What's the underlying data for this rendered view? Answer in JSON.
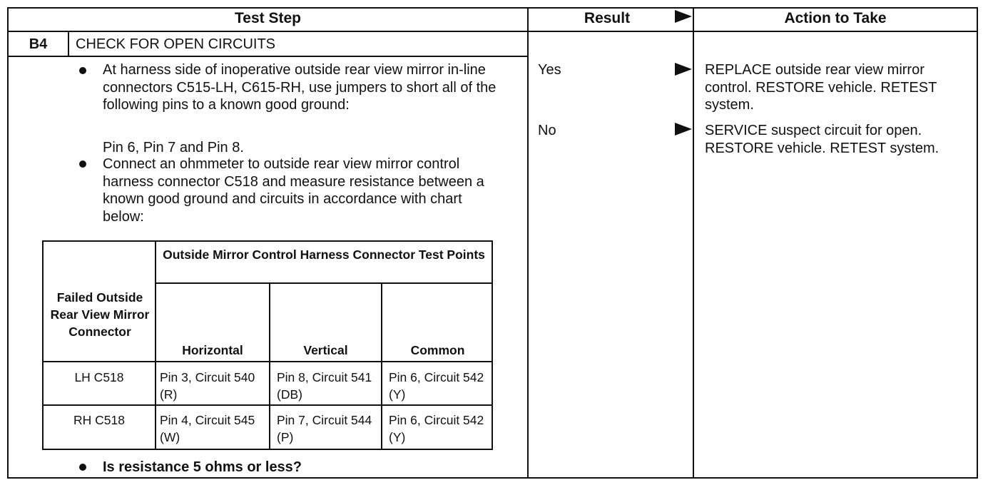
{
  "header": {
    "test_step": "Test Step",
    "result": "Result",
    "action": "Action to Take"
  },
  "step": {
    "id": "B4",
    "title": "CHECK FOR OPEN CIRCUITS",
    "bullet1": "At harness side of inoperative outside rear view mirror in-line connectors C515-LH, C615-RH, use jumpers to short all of the following pins to a known good ground:",
    "pins": "Pin 6, Pin 7 and Pin 8.",
    "bullet2": "Connect an ohmmeter to outside rear view mirror control harness connector C518 and measure resistance between a known good ground and circuits in accordance with chart below:",
    "question": "Is resistance 5 ohms or less?"
  },
  "chart": {
    "failed_header": "Failed Outside Rear View Mirror Connector",
    "group_header": "Outside Mirror Control Harness Connector Test Points",
    "columns": [
      "Horizontal",
      "Vertical",
      "Common"
    ],
    "rows": [
      {
        "connector": "LH C518",
        "horizontal": "Pin 3, Circuit 540 (R)",
        "vertical": "Pin 8, Circuit 541 (DB)",
        "common": "Pin 6, Circuit 542 (Y)"
      },
      {
        "connector": "RH C518",
        "horizontal": "Pin 4, Circuit 545 (W)",
        "vertical": "Pin 7, Circuit 544 (P)",
        "common": "Pin 6, Circuit 542 (Y)"
      }
    ]
  },
  "results": [
    {
      "label": "Yes",
      "action": "REPLACE outside rear view mirror control. RESTORE vehicle. RETEST system."
    },
    {
      "label": "No",
      "action": "SERVICE suspect circuit for open. RESTORE vehicle. RETEST system."
    }
  ]
}
